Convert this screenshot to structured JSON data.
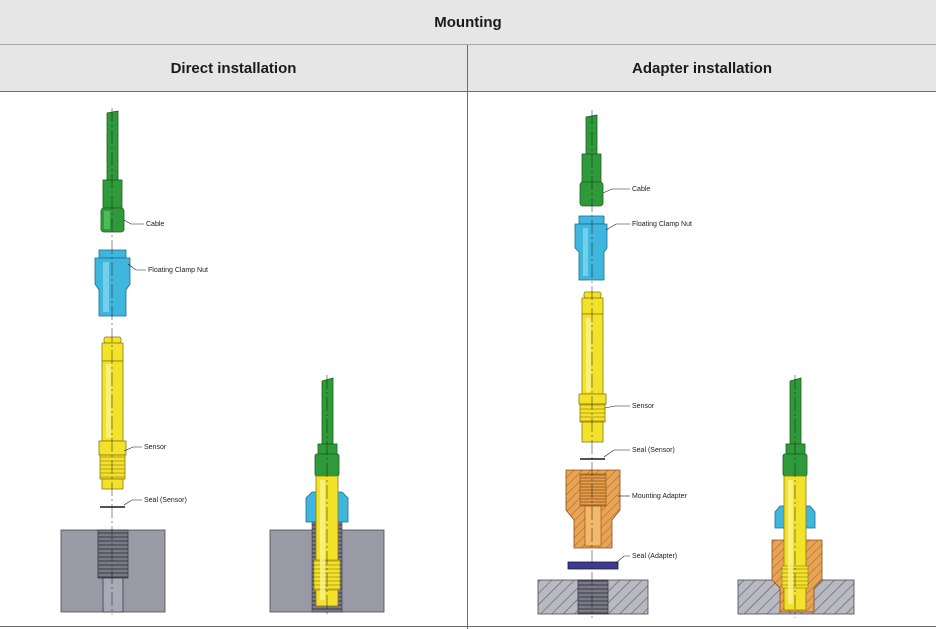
{
  "header": {
    "title": "Mounting"
  },
  "columns": [
    {
      "title": "Direct installation"
    },
    {
      "title": "Adapter installation"
    }
  ],
  "direct": {
    "labels": {
      "cable": "Cable",
      "nut": "Floating Clamp Nut",
      "sensor": "Sensor",
      "seal": "Seal (Sensor)"
    }
  },
  "adapter": {
    "labels": {
      "cable": "Cable",
      "nut": "Floating Clamp Nut",
      "sensor": "Sensor",
      "seal_sensor": "Seal (Sensor)",
      "mounting_adapter": "Mounting Adapter",
      "seal_adapter": "Seal (Adapter)"
    }
  },
  "colors": {
    "cable": "#2f9a3a",
    "nut": "#3fb6dd",
    "sensor": "#f2e32a",
    "adapter": "#e6a04c",
    "seal_ring": "#3e3b8c",
    "block": "#9a9aa6",
    "header_bg": "#e6e6e6"
  }
}
